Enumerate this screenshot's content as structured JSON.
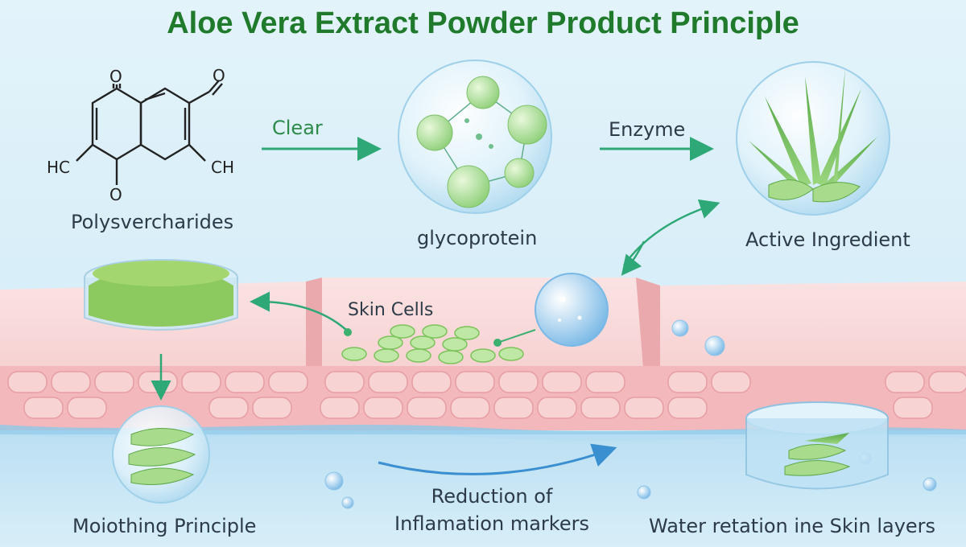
{
  "title": "Aloe Vera Extract Powder Product Principle",
  "molecule": {
    "label": "Polysvercharides",
    "atoms": {
      "o_top": "O",
      "o_ald": "O",
      "o_bottom": "O",
      "hc_left": "HC",
      "ch_right": "CH"
    }
  },
  "arrow_clear": "Clear",
  "glycoprotein": "glycoprotein",
  "arrow_enzyme": "Enzyme",
  "active_ingredient": "Active Ingredient",
  "skin_cells": "Skin Cells",
  "smoothing": "Moiothing Principle",
  "reduction": {
    "line1": "Reduction of",
    "line2": "Inflamation markers"
  },
  "water_retention": "Water retation ine Skin layers",
  "colors": {
    "title_green": "#1f7a2c",
    "arrow_teal": "#2fa878",
    "skin_pink": "#f4c6c8",
    "skin_dark": "#eaa9ad",
    "aloe_green": "#7cc35a",
    "water_blue": "#bfe2f5"
  }
}
